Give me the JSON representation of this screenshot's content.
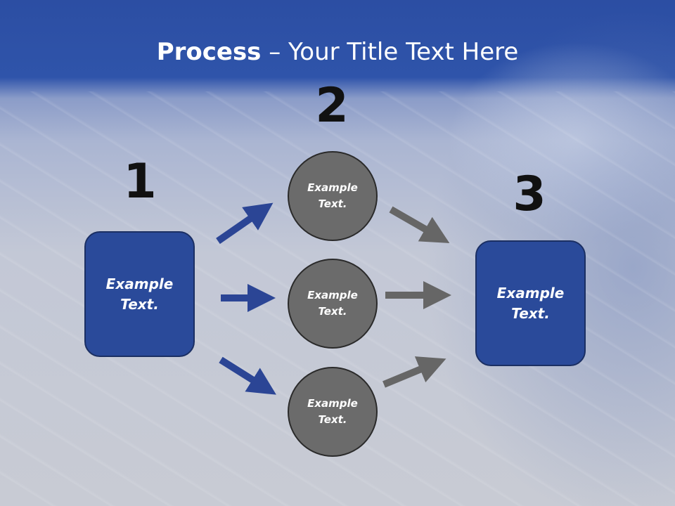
{
  "title": {
    "bold": "Process",
    "rest": " – Your Title Text Here"
  },
  "steps": [
    {
      "number": "1",
      "text": "Example\nText."
    },
    {
      "number": "2",
      "text": "Example\nText."
    },
    {
      "number": "3",
      "text": "Example\nText."
    }
  ],
  "circles": [
    {
      "text": "Example\nText."
    },
    {
      "text": "Example\nText."
    },
    {
      "text": "Example\nText."
    }
  ],
  "colors": {
    "accent_blue": "#2a4a9a",
    "arrow_blue": "#2b4595",
    "circle_gray": "#6b6b6b",
    "arrow_gray": "#666666"
  }
}
